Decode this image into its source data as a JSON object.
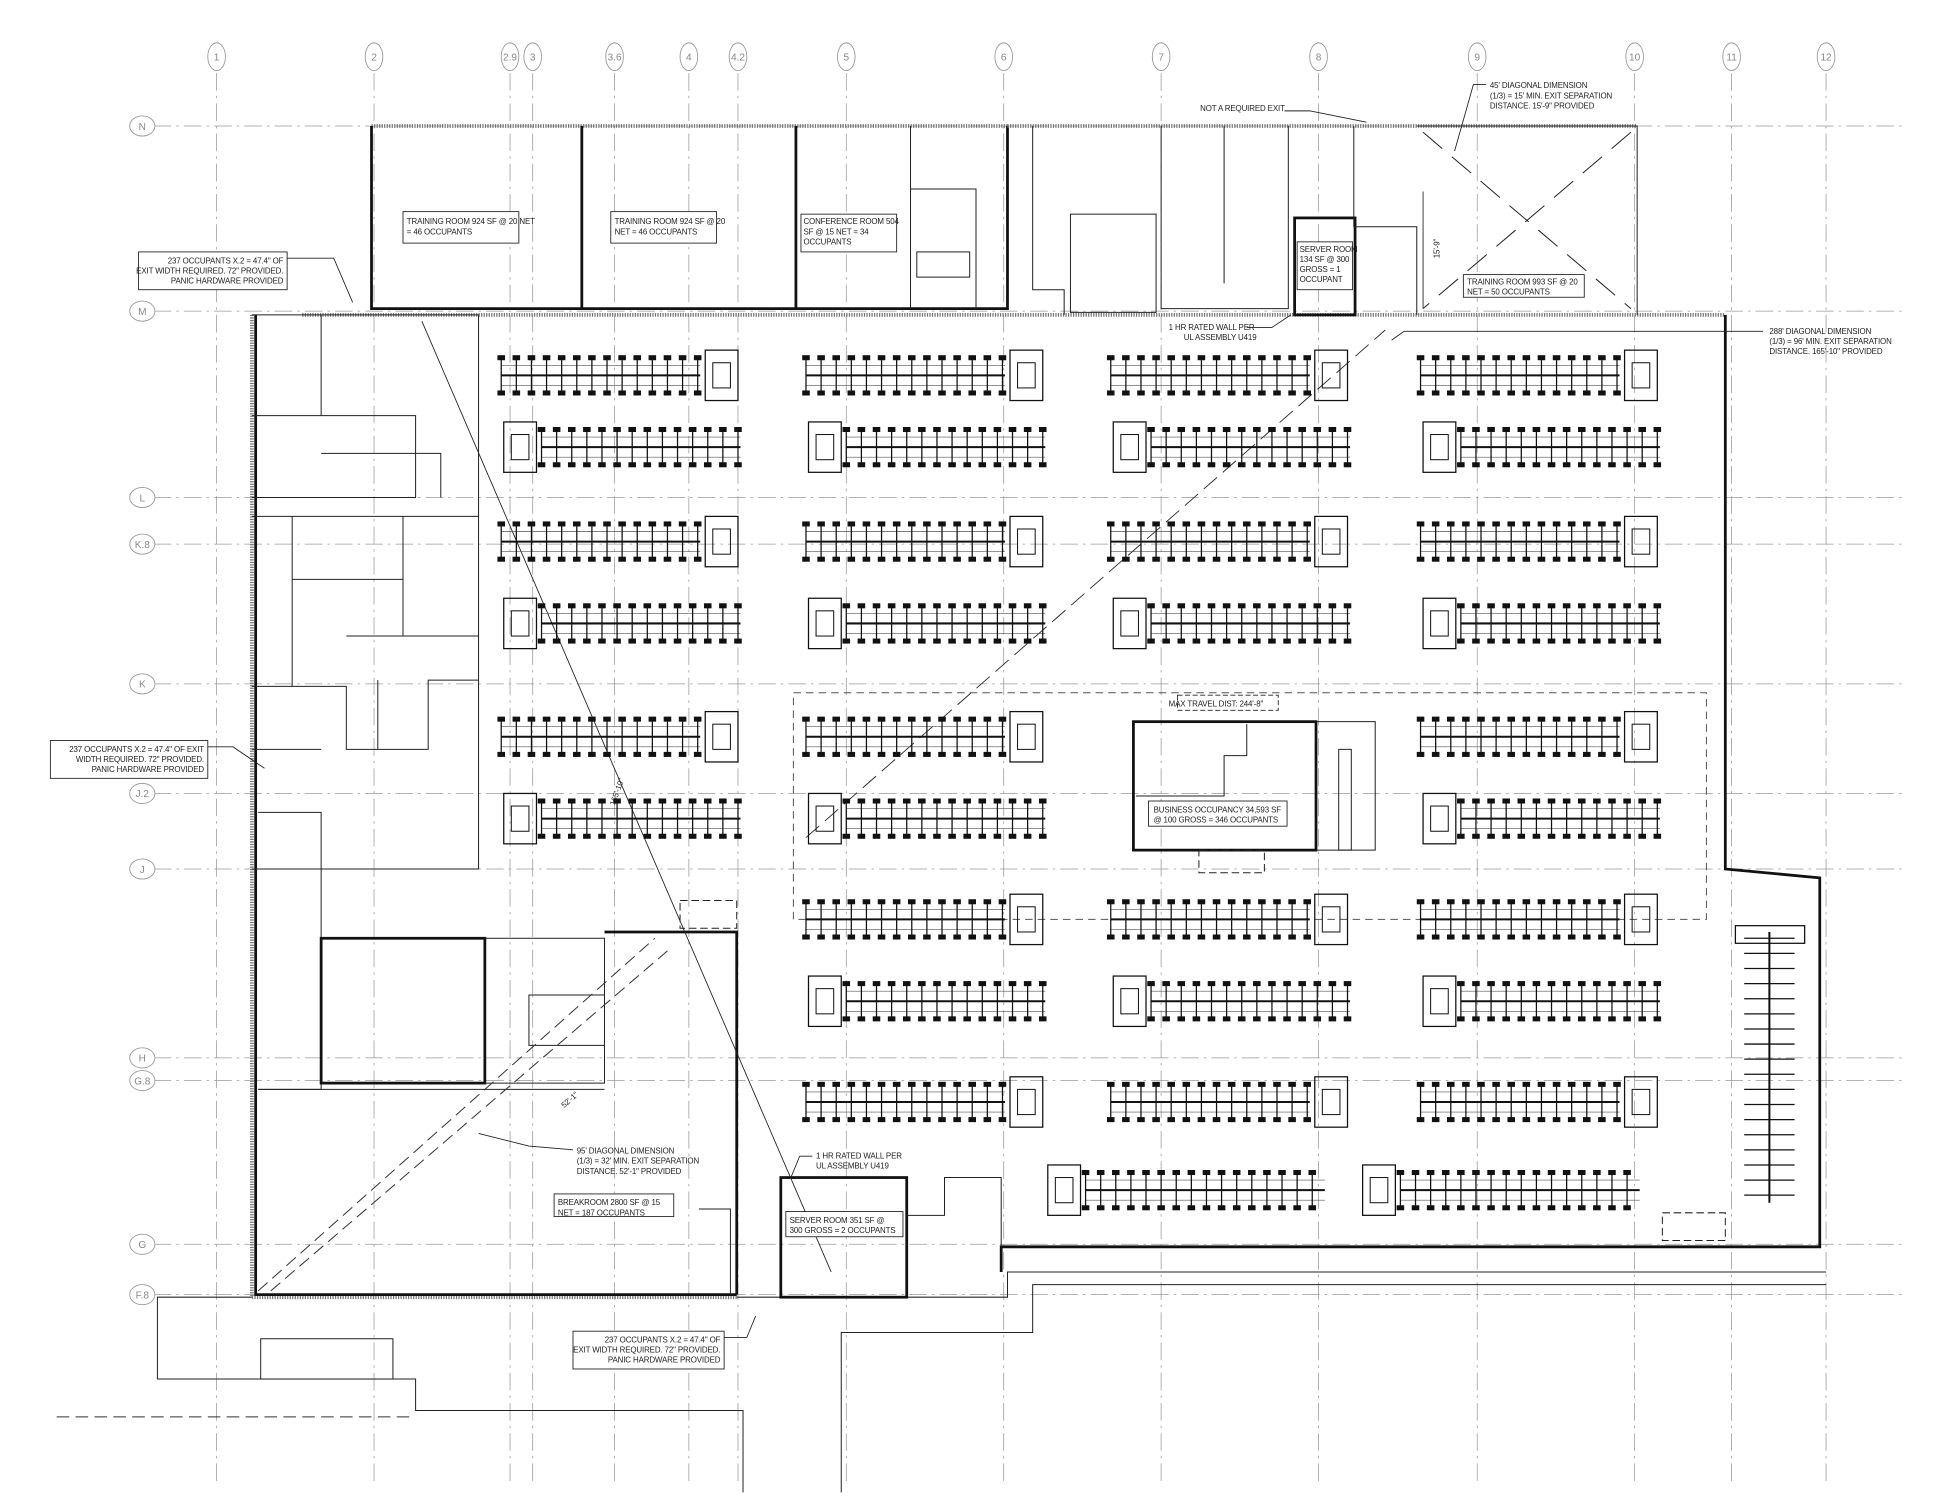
{
  "grid": {
    "columns": [
      "1",
      "2",
      "2.9",
      "3",
      "3.6",
      "4",
      "4.2",
      "5",
      "6",
      "7",
      "8",
      "9",
      "10",
      "11",
      "12"
    ],
    "rows": [
      "N",
      "M",
      "L",
      "K.8",
      "K",
      "J.2",
      "J",
      "H",
      "G.8",
      "G",
      "F.8"
    ]
  },
  "rooms": {
    "training_1": [
      "TRAINING ROOM 924 SF @ 20 NET",
      "= 46 OCCUPANTS"
    ],
    "training_2": [
      "TRAINING ROOM 924 SF @ 20",
      "NET = 46 OCCUPANTS"
    ],
    "conference": [
      "CONFERENCE ROOM 504",
      "SF @ 15 NET = 34",
      "OCCUPANTS"
    ],
    "server_1": [
      "SERVER ROOM",
      "134 SF @ 300",
      "GROSS = 1",
      "OCCUPANT"
    ],
    "training_3": [
      "TRAINING ROOM 993 SF @ 20",
      "NET = 50 OCCUPANTS"
    ],
    "business": [
      "BUSINESS OCCUPANCY 34,593 SF",
      "@ 100 GROSS = 346 OCCUPANTS"
    ],
    "breakroom": [
      "BREAKROOM 2800 SF @ 15",
      "NET = 187 OCCUPANTS"
    ],
    "server_2": [
      "SERVER ROOM 351 SF @",
      "300 GROSS = 2 OCCUPANTS"
    ]
  },
  "notes": {
    "exit_top_left": [
      "237 OCCUPANTS X.2 = 47.4\" OF",
      "EXIT WIDTH REQUIRED. 72\" PROVIDED.",
      "PANIC HARDWARE PROVIDED"
    ],
    "exit_left": [
      "237 OCCUPANTS X.2 = 47.4\" OF EXIT",
      "WIDTH REQUIRED. 72\" PROVIDED.",
      "PANIC HARDWARE PROVIDED"
    ],
    "exit_bottom": [
      "237 OCCUPANTS X.2 = 47.4\" OF",
      "EXIT WIDTH REQUIRED. 72\" PROVIDED.",
      "PANIC HARDWARE PROVIDED"
    ],
    "not_required_exit": "NOT A REQUIRED EXIT",
    "diag_45": [
      "45' DIAGONAL DIMENSION",
      "(1/3) = 15' MIN. EXIT SEPARATION",
      "DISTANCE. 15'-9\" PROVIDED"
    ],
    "diag_288": [
      "288' DIAGONAL DIMENSION",
      "(1/3) = 96' MIN. EXIT SEPARATION",
      "DISTANCE. 165'-10\" PROVIDED"
    ],
    "diag_95": [
      "95' DIAGONAL DIMENSION",
      "(1/3) = 32' MIN. EXIT SEPARATION",
      "DISTANCE. 52'-1\" PROVIDED"
    ],
    "rated_wall_top": [
      "1 HR RATED WALL PER",
      "UL ASSEMBLY U419"
    ],
    "rated_wall_bottom": [
      "1 HR RATED WALL PER",
      "UL ASSEMBLY U419"
    ],
    "max_travel": "MAX TRAVEL DIST: 244'-8\"",
    "dim_15_9": "15'-9\"",
    "dim_165_10": "165'-10\"",
    "dim_52_1": "52'-1\""
  }
}
